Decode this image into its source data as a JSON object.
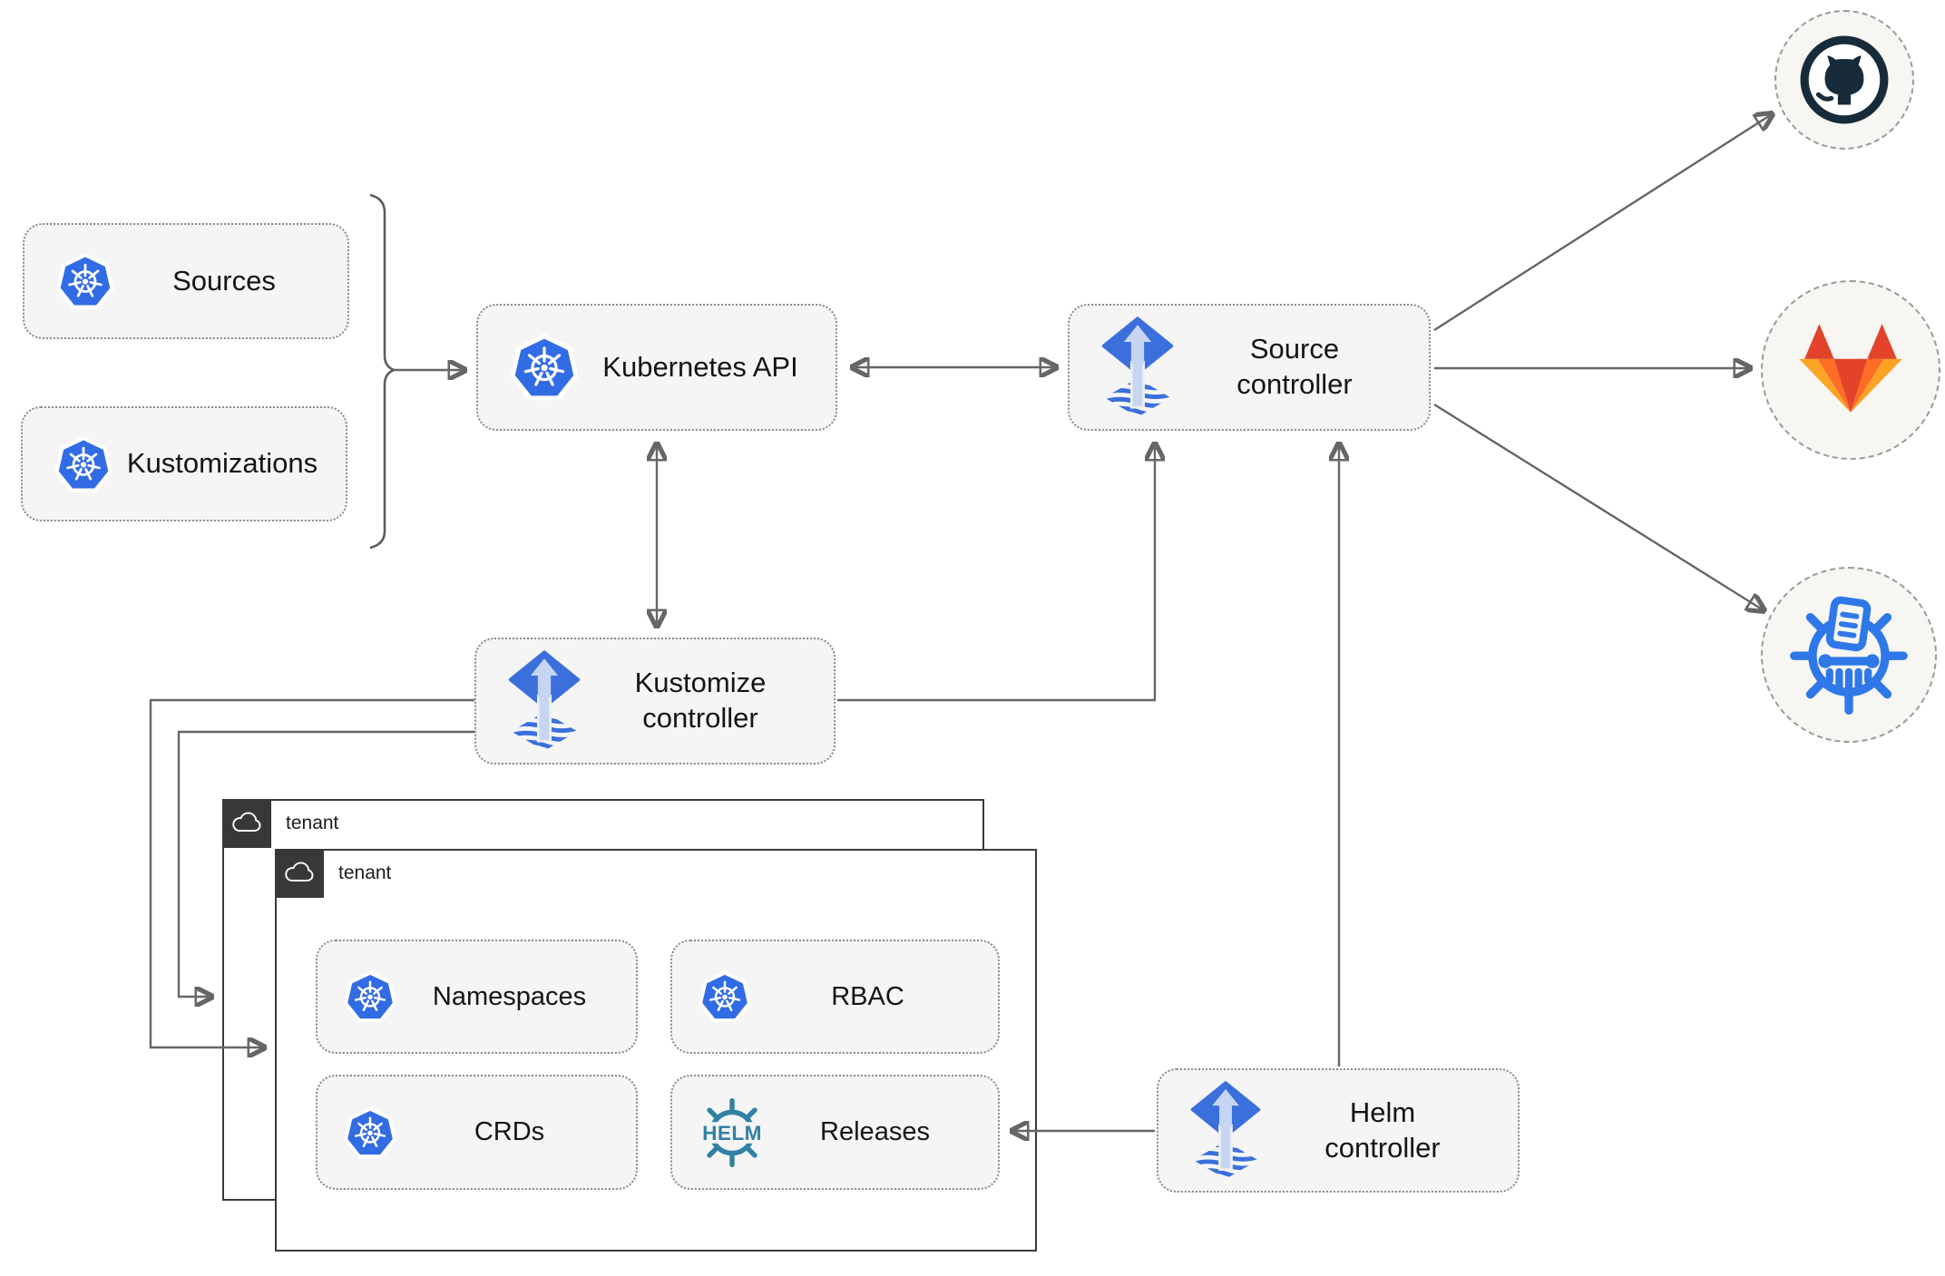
{
  "diagram": {
    "nodes": {
      "sources": {
        "label": "Sources",
        "icon": "kubernetes"
      },
      "kustomizations": {
        "label": "Kustomizations",
        "icon": "kubernetes"
      },
      "kubernetes_api": {
        "label": "Kubernetes API",
        "icon": "kubernetes"
      },
      "source_controller": {
        "label": "Source controller",
        "icon": "flux"
      },
      "kustomize_controller": {
        "label": "Kustomize controller",
        "icon": "flux"
      },
      "helm_controller": {
        "label": "Helm controller",
        "icon": "flux"
      },
      "namespaces": {
        "label": "Namespaces",
        "icon": "kubernetes"
      },
      "rbac": {
        "label": "RBAC",
        "icon": "kubernetes"
      },
      "crds": {
        "label": "CRDs",
        "icon": "kubernetes"
      },
      "releases": {
        "label": "Releases",
        "icon": "helm",
        "logo_text": "HELM"
      },
      "github": {
        "icon": "github-logo"
      },
      "gitlab": {
        "icon": "gitlab-logo"
      },
      "registry": {
        "icon": "harbor-logo"
      }
    },
    "tenants": {
      "back": {
        "label": "tenant",
        "icon": "cloud"
      },
      "front": {
        "label": "tenant",
        "icon": "cloud"
      }
    },
    "edges": [
      {
        "from": "sources+kustomizations",
        "to": "kubernetes_api",
        "style": "arrow"
      },
      {
        "from": "kubernetes_api",
        "to": "source_controller",
        "style": "double-arrow"
      },
      {
        "from": "kubernetes_api",
        "to": "kustomize_controller",
        "style": "double-arrow"
      },
      {
        "from": "kustomize_controller",
        "to": "source_controller",
        "style": "arrow"
      },
      {
        "from": "kustomize_controller",
        "to": "tenant_front",
        "style": "arrow"
      },
      {
        "from": "kustomize_controller",
        "to": "tenant_back",
        "style": "arrow"
      },
      {
        "from": "helm_controller",
        "to": "source_controller",
        "style": "arrow"
      },
      {
        "from": "helm_controller",
        "to": "releases",
        "style": "arrow"
      },
      {
        "from": "source_controller",
        "to": "github",
        "style": "arrow"
      },
      {
        "from": "source_controller",
        "to": "gitlab",
        "style": "arrow"
      },
      {
        "from": "source_controller",
        "to": "registry",
        "style": "arrow"
      }
    ],
    "colors": {
      "kubernetes_blue": "#326ce5",
      "flux_blue": "#3b6fdc",
      "flux_arrow_light": "#c6d6f2",
      "helm_teal": "#3181a5",
      "github_dark": "#182b3a",
      "gitlab_red": "#e24329",
      "gitlab_orange": "#fc6d26",
      "gitlab_amber": "#fca326",
      "harbor_blue": "#2f78e8",
      "line_gray": "#666666",
      "node_fill": "#f5f5f5",
      "tenant_dark": "#383838"
    }
  }
}
